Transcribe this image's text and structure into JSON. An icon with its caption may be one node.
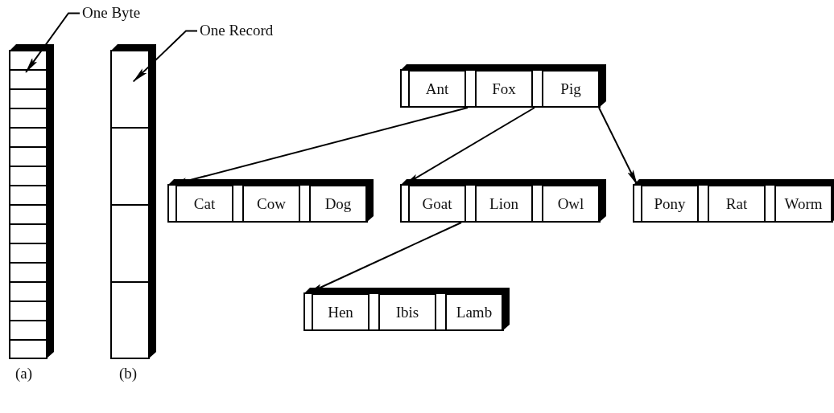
{
  "diagram": {
    "nodes": [
      {
        "text": [
          "One Byte"
        ]
      },
      {
        "text": [
          "One Record"
        ]
      },
      {
        "text": [],
        "shape": "box",
        "beside": [
          "(a)"
        ]
      },
      {
        "text": [],
        "shape": "box",
        "beside": [
          "(b)"
        ]
      },
      {
        "text": [],
        "shape": "box"
      },
      {
        "text": [
          "Ant"
        ],
        "in": 4
      },
      {
        "text": [
          "Fox"
        ],
        "in": 4
      },
      {
        "text": [
          "Pig"
        ],
        "in": 4
      },
      {
        "text": [],
        "shape": "box"
      },
      {
        "text": [
          "Cat"
        ],
        "in": 8
      },
      {
        "text": [
          "Cow"
        ],
        "in": 8
      },
      {
        "text": [
          "Dog"
        ],
        "in": 8
      },
      {
        "text": [],
        "shape": "box"
      },
      {
        "text": [
          "Goat"
        ],
        "in": 12
      },
      {
        "text": [
          "Lion"
        ],
        "in": 12
      },
      {
        "text": [
          "Owl"
        ],
        "in": 12
      },
      {
        "text": [],
        "shape": "box"
      },
      {
        "text": [
          "Pony"
        ],
        "in": 16
      },
      {
        "text": [
          "Rat"
        ],
        "in": 16
      },
      {
        "text": [
          "Worm"
        ],
        "in": 16
      },
      {
        "text": [],
        "shape": "box"
      },
      {
        "text": [
          "Hen"
        ],
        "in": 20
      },
      {
        "text": [
          "Ibis"
        ],
        "in": 20
      },
      {
        "text": [
          "Lamb"
        ],
        "in": 20
      }
    ],
    "edges": [
      {
        "from": 0,
        "to": 2,
        "arrow": "to"
      },
      {
        "from": 1,
        "to": 3,
        "arrow": "to"
      },
      {
        "from": 5,
        "to": 8,
        "arrow": "to"
      },
      {
        "from": 6,
        "to": 12,
        "arrow": "to"
      },
      {
        "from": 7,
        "to": 16,
        "arrow": "to"
      },
      {
        "from": 13,
        "to": 20,
        "arrow": "to"
      }
    ]
  }
}
